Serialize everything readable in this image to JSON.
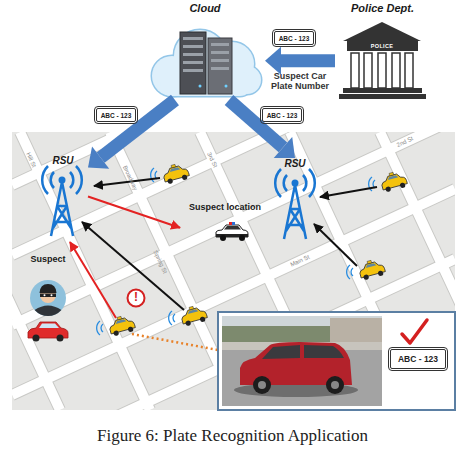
{
  "diagram": {
    "caption": "Figure 6: Plate Recognition Application",
    "nodes": [
      {
        "text": [
          "Cloud"
        ]
      },
      {
        "text": [
          "Police Dept."
        ]
      },
      {
        "text": [
          "RSU"
        ]
      },
      {
        "text": [
          "RSU"
        ]
      },
      {
        "text": [
          "Suspect location"
        ]
      },
      {
        "text": [
          "Suspect"
        ]
      }
    ],
    "edges": [
      {
        "from": 1,
        "to": 0,
        "label": "ABC - 123",
        "arrow": "to"
      },
      {
        "from": 0,
        "to": 2,
        "label": "ABC - 123",
        "arrow": "to"
      },
      {
        "from": 0,
        "to": 3,
        "label": "ABC - 123",
        "arrow": "to"
      },
      {
        "from": 2,
        "to": 4,
        "arrow": "to"
      }
    ],
    "labels": [
      "Suspect Car Plate Number",
      "POLICE",
      "!",
      "ABC - 123",
      "Hill St",
      "Broadway",
      "Spring St",
      "Main St",
      "2nd St",
      "3rd St"
    ]
  }
}
